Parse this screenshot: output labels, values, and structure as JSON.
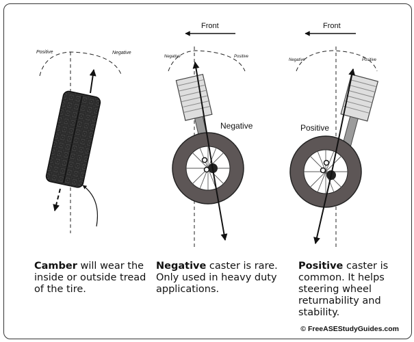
{
  "camber_panel": {
    "labels": {
      "positive": "Positive",
      "negative": "Negative"
    }
  },
  "negative_caster_panel": {
    "front_label": "Front",
    "arc_labels": {
      "left": "Negative",
      "right": "Positive"
    },
    "tilt_label": "Negative"
  },
  "positive_caster_panel": {
    "front_label": "Front",
    "arc_labels": {
      "left": "Negative",
      "right": "Positive"
    },
    "tilt_label": "Positive"
  },
  "captions": {
    "camber": {
      "bold": "Camber",
      "text": " will wear the inside or outside tread of the tire."
    },
    "negative": {
      "bold": "Negative",
      "text": " caster is rare. Only used in heavy duty applications."
    },
    "positive": {
      "bold": "Positive",
      "text": " caster is common. It helps steering wheel returnability and stability."
    }
  },
  "copyright": "© FreeASEStudyGuides.com",
  "colors": {
    "tire": "#5d5656",
    "strut": "#dedede",
    "line": "#111111"
  }
}
